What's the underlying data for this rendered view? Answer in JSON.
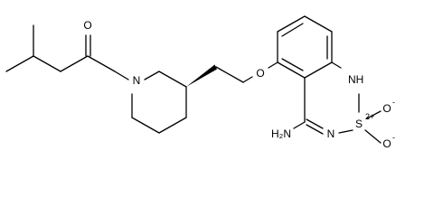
{
  "molecule": {
    "atoms": {
      "n_piperidine": "N",
      "o_carbonyl": "O",
      "o_ether": "O",
      "nh_ring": "NH",
      "s_ring": "S",
      "o_sulfonyl_1": "O",
      "o_sulfonyl_1_charge": "-",
      "o_sulfonyl_2": "O",
      "o_sulfonyl_2_charge": "-",
      "n_ring": "N",
      "nh2_amine": "H₂N",
      "s_charge": "2+"
    }
  }
}
